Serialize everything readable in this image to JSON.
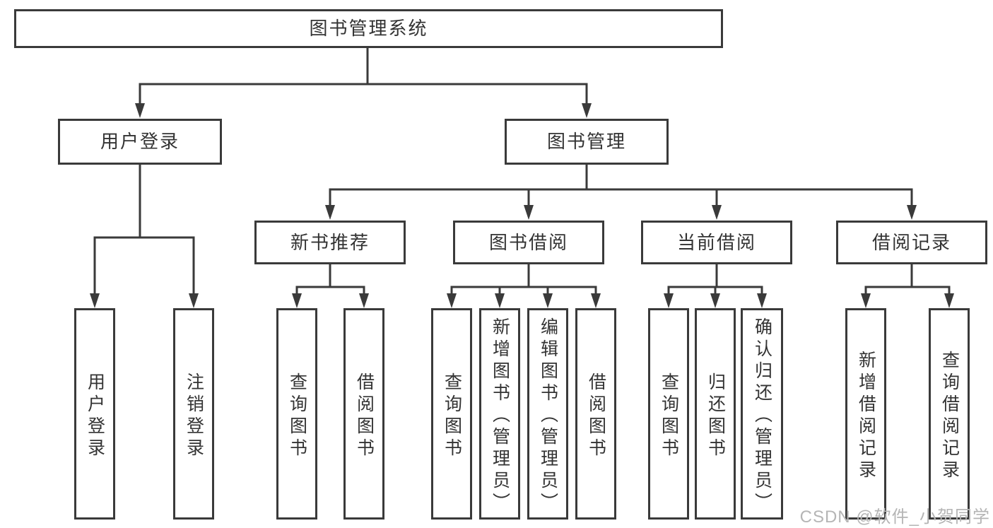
{
  "diagram": {
    "root": {
      "label": "图书管理系统"
    },
    "level2": [
      {
        "label": "用户登录"
      },
      {
        "label": "图书管理"
      }
    ],
    "level3": [
      {
        "label": "新书推荐"
      },
      {
        "label": "图书借阅"
      },
      {
        "label": "当前借阅"
      },
      {
        "label": "借阅记录"
      }
    ],
    "leaves": {
      "user_login": [
        {
          "label": "用户登录"
        },
        {
          "label": "注销登录"
        }
      ],
      "new_book": [
        {
          "label": "查询图书"
        },
        {
          "label": "借阅图书"
        }
      ],
      "book_borrow": [
        {
          "label": "查询图书"
        },
        {
          "label": "新增图书（管理员）"
        },
        {
          "label": "编辑图书（管理员）"
        },
        {
          "label": "借阅图书"
        }
      ],
      "current_borrow": [
        {
          "label": "查询图书"
        },
        {
          "label": "归还图书"
        },
        {
          "label": "确认归还（管理员）"
        }
      ],
      "borrow_record": [
        {
          "label": "新增借阅记录"
        },
        {
          "label": "查询借阅记录"
        }
      ]
    },
    "colors": {
      "line": "#3a3a3a",
      "text": "#333333",
      "background": "#ffffff",
      "watermark": "#b5b5b5"
    },
    "watermark": "CSDN @软件_小贺同学"
  }
}
